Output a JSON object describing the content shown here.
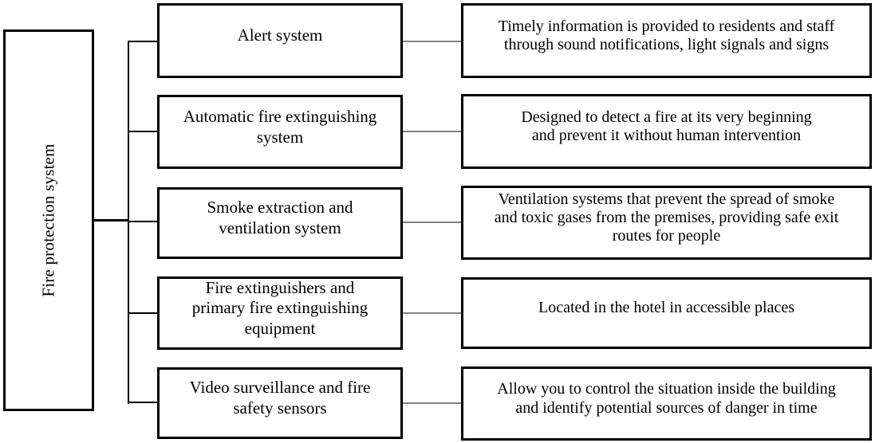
{
  "diagram": {
    "root": {
      "label": "Fire protection system"
    },
    "rows": [
      {
        "system": "Alert system",
        "description": "Timely information is provided to residents and staff\nthrough sound notifications, light signals and signs"
      },
      {
        "system": "Automatic fire extinguishing\nsystem",
        "description": "Designed to detect a fire at its very beginning\nand prevent it without human intervention"
      },
      {
        "system": "Smoke extraction and\nventilation system",
        "description": "Ventilation systems that prevent the spread of smoke\nand toxic gases from the premises, providing safe exit\nroutes for people"
      },
      {
        "system": "Fire extinguishers and\nprimary fire extinguishing\nequipment",
        "description": "Located in the hotel in accessible places"
      },
      {
        "system": "Video surveillance and fire\nsafety sensors",
        "description": "Allow you to control the situation inside the building\nand identify potential sources of danger in time"
      }
    ],
    "colors": {
      "border": "#000000",
      "text": "#000000",
      "connector_black": "#000000",
      "connector_gray": "#808080",
      "background": "#ffffff"
    }
  }
}
